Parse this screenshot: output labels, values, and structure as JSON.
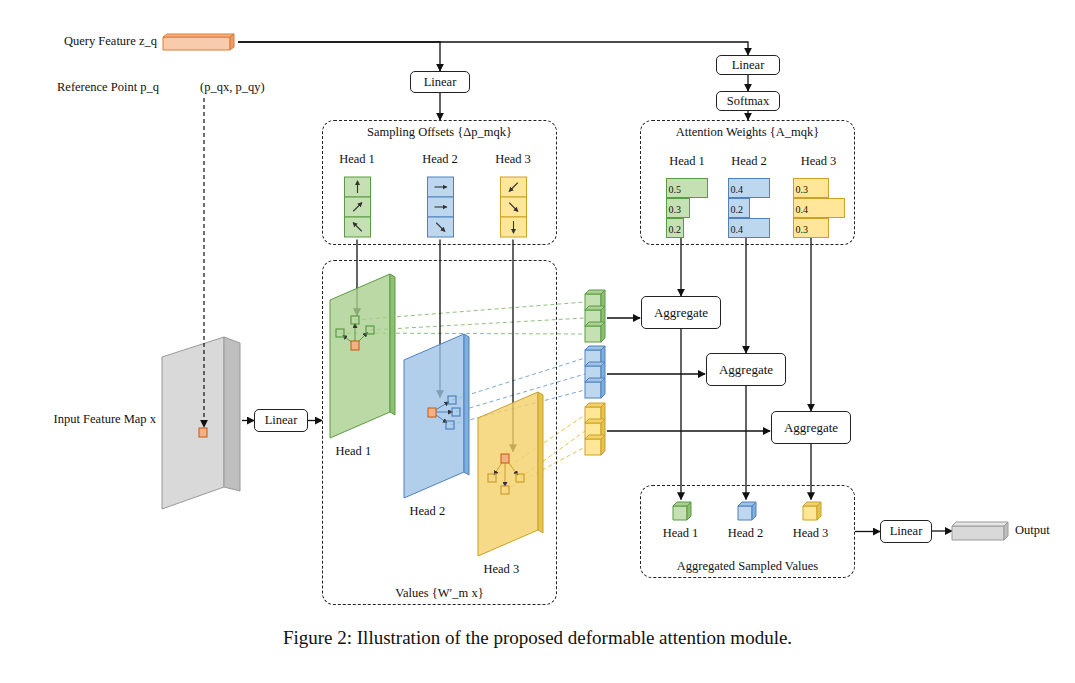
{
  "diagram": {
    "caption": "Figure 2: Illustration of the proposed deformable attention module.",
    "nodes": [
      {
        "text": [
          "Query Feature z_q"
        ]
      },
      {
        "text": [
          "Linear"
        ]
      },
      {
        "text": [
          "Linear"
        ]
      },
      {
        "text": [
          "Softmax"
        ]
      },
      {
        "text": [
          "Sampling Offsets {Δp_mqk}"
        ]
      },
      {
        "text": [
          "Head 1"
        ],
        "in": 4
      },
      {
        "text": [
          "Head 2"
        ],
        "in": 4
      },
      {
        "text": [
          "Head 3"
        ],
        "in": 4
      },
      {
        "text": [
          "Attention Weights {A_mqk}"
        ]
      },
      {
        "text": [
          "Head 1"
        ],
        "in": 8
      },
      {
        "text": [
          "0.5"
        ],
        "in": 9
      },
      {
        "text": [
          "0.3"
        ],
        "in": 9
      },
      {
        "text": [
          "0.2"
        ],
        "in": 9
      },
      {
        "text": [
          "Head 2"
        ],
        "in": 8
      },
      {
        "text": [
          "0.4"
        ],
        "in": 13
      },
      {
        "text": [
          "0.2"
        ],
        "in": 13
      },
      {
        "text": [
          "0.4"
        ],
        "in": 13
      },
      {
        "text": [
          "Head 3"
        ],
        "in": 8
      },
      {
        "text": [
          "0.3"
        ],
        "in": 17
      },
      {
        "text": [
          "0.4"
        ],
        "in": 17
      },
      {
        "text": [
          "0.3"
        ],
        "in": 17
      },
      {
        "text": [
          "Input Feature Map x"
        ]
      },
      {
        "text": [
          "Linear"
        ]
      },
      {
        "text": [
          "Values {W′_m x}"
        ]
      },
      {
        "text": [
          "Head 1"
        ],
        "in": 23
      },
      {
        "text": [
          "Head 2"
        ],
        "in": 23
      },
      {
        "text": [
          "Head 3"
        ],
        "in": 23
      },
      {
        "text": [
          "Aggregate"
        ]
      },
      {
        "text": [
          "Aggregate"
        ]
      },
      {
        "text": [
          "Aggregate"
        ]
      },
      {
        "text": [
          "Aggregated Sampled Values"
        ]
      },
      {
        "text": [
          "Head 1"
        ],
        "in": 30
      },
      {
        "text": [
          "Head 2"
        ],
        "in": 30
      },
      {
        "text": [
          "Head 3"
        ],
        "in": 30
      },
      {
        "text": [
          "Linear"
        ]
      },
      {
        "text": [
          "Output"
        ]
      }
    ],
    "edges": [
      {
        "from": 0,
        "to": 1,
        "arrow": "to"
      },
      {
        "from": 0,
        "to": 2,
        "arrow": "to"
      },
      {
        "from": 2,
        "to": 3,
        "arrow": "to"
      },
      {
        "from": 1,
        "to": 4,
        "arrow": "to"
      },
      {
        "from": 3,
        "to": 8,
        "arrow": "to"
      },
      {
        "from": 21,
        "to": 22,
        "arrow": "to"
      },
      {
        "from": 22,
        "to": 23,
        "arrow": "to"
      },
      {
        "from": 5,
        "to": 24,
        "arrow": "to"
      },
      {
        "from": 6,
        "to": 25,
        "arrow": "to"
      },
      {
        "from": 7,
        "to": 26,
        "arrow": "to"
      },
      {
        "from": 12,
        "to": 27,
        "arrow": "to"
      },
      {
        "from": 16,
        "to": 28,
        "arrow": "to"
      },
      {
        "from": 20,
        "to": 29,
        "arrow": "to"
      },
      {
        "from": 27,
        "to": 31,
        "arrow": "to"
      },
      {
        "from": 28,
        "to": 32,
        "arrow": "to"
      },
      {
        "from": 29,
        "to": 33,
        "arrow": "to"
      },
      {
        "from": 30,
        "to": 34,
        "arrow": "to"
      },
      {
        "from": 34,
        "to": 35,
        "arrow": "to"
      }
    ],
    "labels": [
      "Reference Point p_q",
      "(p_qx, p_qy)"
    ]
  }
}
